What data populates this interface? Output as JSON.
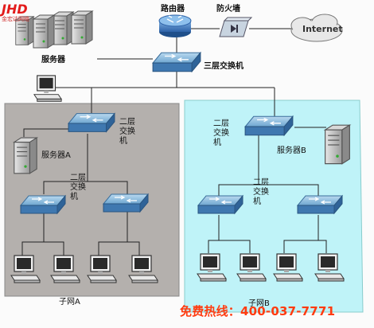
{
  "logo": {
    "brand": "JHD",
    "subtitle": "金宏达网络"
  },
  "labels": {
    "router": "路由器",
    "firewall": "防火墙",
    "internet": "Internet",
    "servers_top": "服务器",
    "core_switch": "三层交换机",
    "switch_l3_left": "二层交换机",
    "switch_l2_left": "二层交换机",
    "switch_l3_right": "二层交换机",
    "switch_l2_right": "二层交换机",
    "server_a": "服务器A",
    "server_b": "服务器B",
    "subnet_a": "子网A",
    "subnet_b": "子网B"
  },
  "hotline": "免费热线：400-037-7771",
  "colors": {
    "panel_left": "#b4b0ad",
    "panel_right": "#bff3f8",
    "hotline": "#ff3b10",
    "switch_fill": "#7fb3d8",
    "router_fill": "#3f7ec0",
    "logo": "#e31b1b"
  },
  "icons": [
    "router-icon",
    "firewall-icon",
    "internet-cloud-icon",
    "server-icon",
    "switch-icon",
    "workstation-icon"
  ]
}
